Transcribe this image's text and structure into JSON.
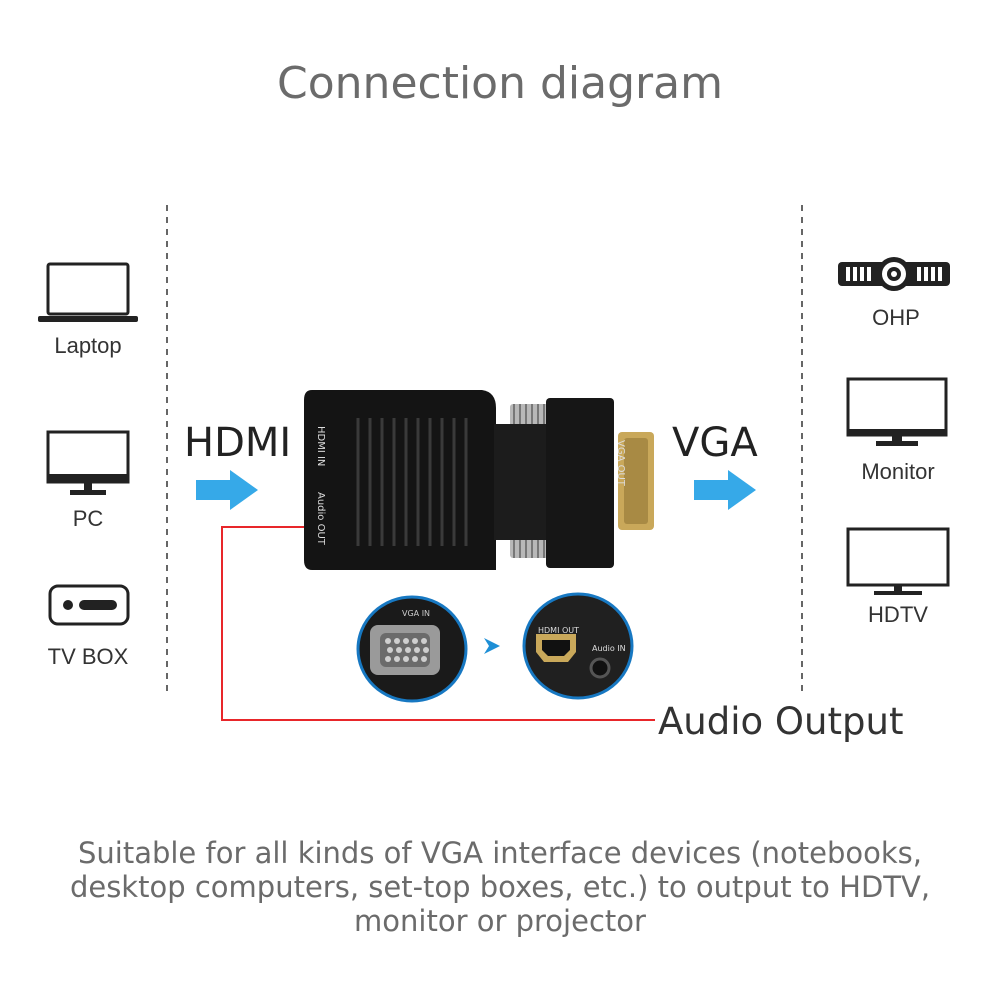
{
  "title": "Connection diagram",
  "sources": [
    {
      "label": "Laptop",
      "icon": "laptop-icon"
    },
    {
      "label": "PC",
      "icon": "pc-monitor-icon"
    },
    {
      "label": "TV BOX",
      "icon": "tv-box-icon"
    }
  ],
  "outputs": [
    {
      "label": "OHP",
      "icon": "projector-icon"
    },
    {
      "label": "Monitor",
      "icon": "monitor-icon"
    },
    {
      "label": "HDTV",
      "icon": "hdtv-icon"
    }
  ],
  "input_label": "HDMI",
  "output_label": "VGA",
  "audio_label": "Audio Output",
  "adapter": {
    "port_hdmi_in": "HDMI IN",
    "port_audio_out": "Audio OUT",
    "port_vga_out": "VGA OUT",
    "detail_vga_in": "VGA IN",
    "detail_hdmi_out": "HDMI OUT",
    "detail_audio_in": "Audio IN"
  },
  "description": [
    "Suitable for all kinds of VGA interface devices (notebooks,",
    "desktop computers, set-top boxes, etc.) to output to HDTV,",
    "monitor or projector"
  ],
  "colors": {
    "arrow": "#36a9e8",
    "audio_line": "#e8262a",
    "text_gray": "#6b6b6b",
    "adapter_body": "#141414",
    "gold_pins": "#c9a85a"
  }
}
